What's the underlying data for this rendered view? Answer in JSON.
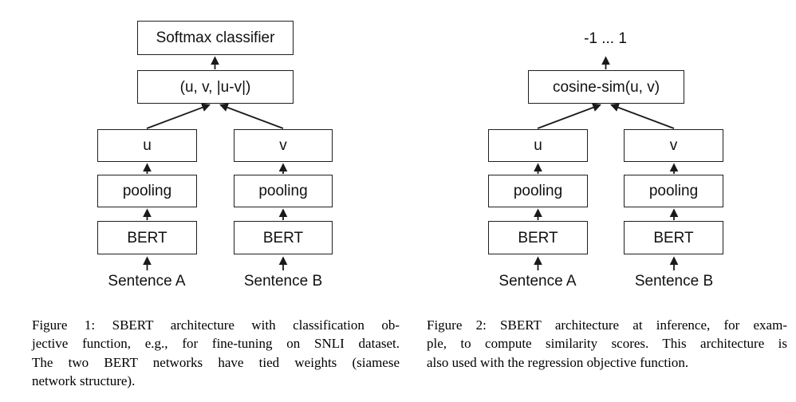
{
  "figure1": {
    "diagram": {
      "softmax_box": "Softmax classifier",
      "concat_box": "(u, v, |u-v|)",
      "u_box": "u",
      "v_box": "v",
      "pooling_box_a": "pooling",
      "pooling_box_b": "pooling",
      "bert_box_a": "BERT",
      "bert_box_b": "BERT",
      "sentence_a": "Sentence A",
      "sentence_b": "Sentence B"
    },
    "caption": {
      "lines": [
        "Figure 1: SBERT architecture with classification ob-",
        "jective function, e.g., for fine-tuning on SNLI dataset.",
        "The two BERT networks have tied weights (siamese",
        "network structure)."
      ]
    }
  },
  "figure2": {
    "diagram": {
      "output_range": "-1 ... 1",
      "cosine_box": "cosine-sim(u, v)",
      "u_box": "u",
      "v_box": "v",
      "pooling_box_a": "pooling",
      "pooling_box_b": "pooling",
      "bert_box_a": "BERT",
      "bert_box_b": "BERT",
      "sentence_a": "Sentence A",
      "sentence_b": "Sentence B"
    },
    "caption": {
      "lines": [
        "Figure 2: SBERT architecture at inference, for exam-",
        "ple, to compute similarity scores. This architecture is",
        "also used with the regression objective function."
      ]
    }
  },
  "colors": {
    "stroke": "#1a1a1a",
    "text": "#111111",
    "background": "#ffffff"
  }
}
